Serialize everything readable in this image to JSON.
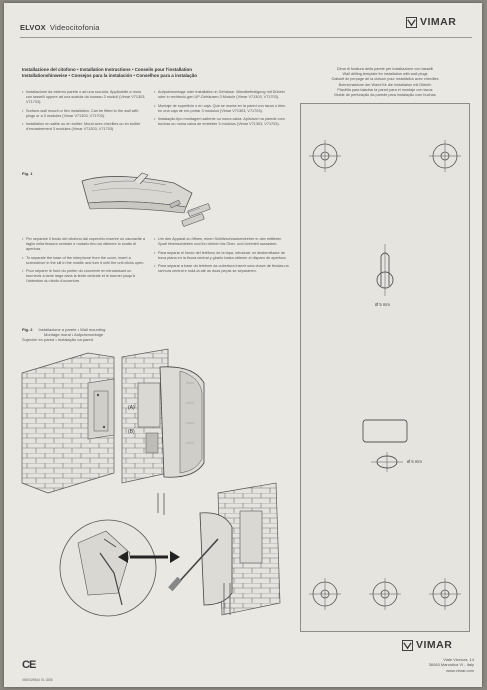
{
  "header": {
    "brand_bold": "ELVOX",
    "brand_sub": "Videocitofonia",
    "logo": "VIMAR"
  },
  "installation": {
    "title_lines": [
      "Installazione del citofono • Installation Instructions • Conseils pour l'installation",
      "Installationshinweise • Consejos para la instalación • Conselhos para a instalação"
    ],
    "col_a": [
      "Installazione da esterno parete o ad una sca-tola. Applicabile a muro con tasselli oppure ad una scatola da incasso 3 moduli (Vimar V71303, V71703).",
      "Surface-wall mount or flex installation. Can be fitted to the wall with plugs or a 3 modules (Vimar V71303, V71703).",
      "Installation en saillie ou en boîtier. Mural avec chevilles ou en boîtier d'encastrement 3 modules (Vimar V71303, V71703)."
    ],
    "col_b": [
      "Aufputzmontage oder Installation in Gehäuse. Wandbefestigung mit Dübeln oder in rechtecki-gen UP-Gehäusen 3 Module (Vimar V71303, V71703).",
      "Montaje de superficie o en caja. Que se monta en la pared con tacos o bien en una caja de em-potrar 3 módulos (Vimar V71303, V71703).",
      "Instalação tipo montagem saliente ou numa caixa. Aplicável na parede com buchas ou numa caixa de embeber 3 módulos (Vimar V71303, V71703)."
    ],
    "col_c": [
      "Per separare il fondo del citofono dal coperchio inserire un cacciavite a taglio nella fessura centrale e ruotarlo fino ad ottenere lo scatto di apertura.",
      "To separate the base of the interphone from the cover, insert a screwdriver in the slit in the middle and turn it until the unit clicks open.",
      "Pour séparer le fond du portier du couvercle en introduisant un tournevis à lame large dans la fente centrale et le tourner jusqu'à l'obtention du déclic d'ouverture."
    ],
    "col_d": [
      "Um den Apparat zu öffnen, einen Schlitzschraubendreher in den mittleren Spalt hineinschieben und ihn drehen bis Ober- und Unterteil ausrasten.",
      "Para separar el fondo del teléfono de la tapa, introducir un destornillador de boca plana en la fisura central y girarlo hasta obtener el disparo de apertura.",
      "Para separar a base do telefone da cobertura inserir uma chave de fendas na ranhura central e rodá-la até as duas peças se separarem."
    ],
    "fig1_label": "Fig. 1",
    "fig2_label": "Fig. 2",
    "fig2_lines": [
      "Installazione a parete • Wall mounting",
      "Montage mural • Aufputzmontage",
      "Sujeción en pared • Instalação na pared"
    ],
    "callout_a": "(A)",
    "callout_b": "(B)"
  },
  "template": {
    "title_lines": [
      "Dima di foratura della parete per installazione con tasselli",
      "Wall drilling template for installation with wall plugs",
      "Gabarit de perçage de la cloison pour installation avec chevilles",
      "Bohrschablone der Wand für die Installation mit Dübeln",
      "Plantilla para taladrar la pared para el montaje con tacos",
      "Molde de perfuração da parede para instalação com buchas"
    ],
    "hole_label_1": "Ø 5 mm",
    "hole_label_2": "Ø 5 mm"
  },
  "footer": {
    "ce_mark": "CE",
    "doc_code": "49400259A0 01 1808",
    "logo": "VIMAR",
    "address_lines": [
      "Viale Vicenza, 14",
      "36063 Marostica VI - Italy",
      "www.vimar.com"
    ]
  },
  "colors": {
    "paper": "#e9e8e3",
    "ink": "#3a3a3a",
    "line": "#777773"
  }
}
